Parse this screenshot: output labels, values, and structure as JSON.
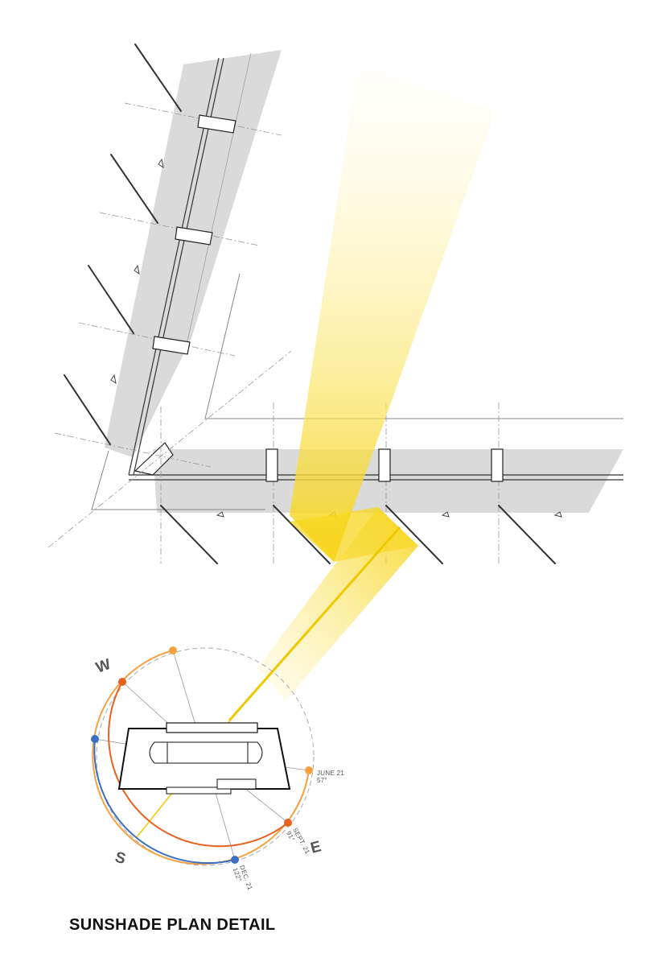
{
  "title": "SUNSHADE PLAN DETAIL",
  "compass": {
    "west": "W",
    "south": "S",
    "east": "E"
  },
  "sun_dates": [
    {
      "date": "JUNE 21",
      "angle": "57°",
      "color": "#f5a142"
    },
    {
      "date": "SEPT. 21",
      "angle": "91°",
      "color": "#e8621e"
    },
    {
      "date": "DEC. 21",
      "angle": "122°",
      "color": "#3a6fc4"
    }
  ],
  "colors": {
    "shading": "#dadada",
    "sunbeam": "#f7d51d",
    "sunbeam_light": "#fbe97a",
    "june_arc": "#f5a142",
    "sept_arc": "#e8621e",
    "dec_arc": "#3a6fc4",
    "line": "#222222"
  },
  "icons": {
    "compass": "compass-rose-icon",
    "building": "building-plan-icon"
  }
}
